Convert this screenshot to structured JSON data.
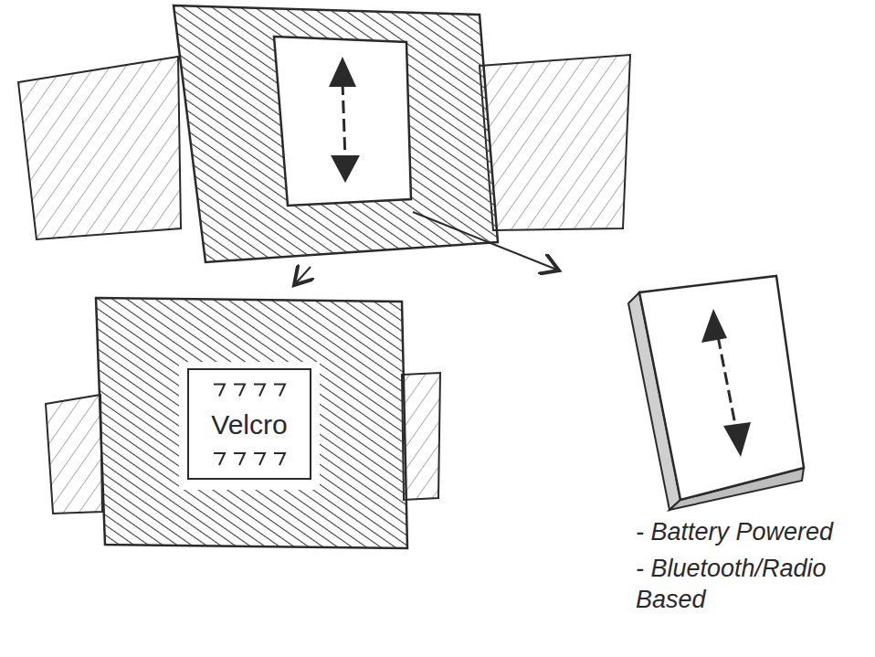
{
  "diagram": {
    "nodes": [
      {
        "text": [
          "Velcro"
        ]
      }
    ],
    "labels": [
      "- Battery Powered",
      "- Bluetooth/Radio Based"
    ]
  }
}
